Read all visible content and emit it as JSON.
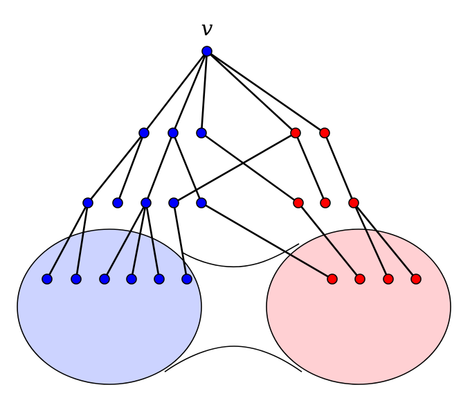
{
  "root_label": "v",
  "colors": {
    "blue_node": "#0000ff",
    "red_node": "#ff0000",
    "blue_region": "#ccd3ff",
    "red_region": "#ffd0d3",
    "stroke": "#000000"
  },
  "nodes": [
    {
      "id": "v",
      "color": "blue",
      "level": 0
    },
    {
      "id": "b1",
      "color": "blue",
      "level": 1
    },
    {
      "id": "b2",
      "color": "blue",
      "level": 1
    },
    {
      "id": "b3",
      "color": "blue",
      "level": 1
    },
    {
      "id": "r1",
      "color": "red",
      "level": 1
    },
    {
      "id": "r2",
      "color": "red",
      "level": 1
    },
    {
      "id": "c1",
      "color": "blue",
      "level": 2
    },
    {
      "id": "c2",
      "color": "blue",
      "level": 2
    },
    {
      "id": "c3",
      "color": "blue",
      "level": 2
    },
    {
      "id": "c4",
      "color": "blue",
      "level": 2
    },
    {
      "id": "c5",
      "color": "blue",
      "level": 2
    },
    {
      "id": "d1",
      "color": "red",
      "level": 2
    },
    {
      "id": "d2",
      "color": "red",
      "level": 2
    },
    {
      "id": "d3",
      "color": "red",
      "level": 2
    },
    {
      "id": "l1",
      "color": "blue",
      "level": 3
    },
    {
      "id": "l2",
      "color": "blue",
      "level": 3
    },
    {
      "id": "l3",
      "color": "blue",
      "level": 3
    },
    {
      "id": "l4",
      "color": "blue",
      "level": 3
    },
    {
      "id": "l5",
      "color": "blue",
      "level": 3
    },
    {
      "id": "l6",
      "color": "blue",
      "level": 3
    },
    {
      "id": "m1",
      "color": "red",
      "level": 3
    },
    {
      "id": "m2",
      "color": "red",
      "level": 3
    },
    {
      "id": "m3",
      "color": "red",
      "level": 3
    },
    {
      "id": "m4",
      "color": "red",
      "level": 3
    }
  ],
  "edges": [
    [
      "v",
      "b1"
    ],
    [
      "v",
      "b2"
    ],
    [
      "v",
      "b3"
    ],
    [
      "v",
      "r1"
    ],
    [
      "v",
      "r2"
    ],
    [
      "b1",
      "c1"
    ],
    [
      "b1",
      "c2"
    ],
    [
      "b2",
      "c3"
    ],
    [
      "b2",
      "c5"
    ],
    [
      "b3",
      "d1"
    ],
    [
      "r1",
      "c4"
    ],
    [
      "r1",
      "d2"
    ],
    [
      "r2",
      "d3"
    ],
    [
      "c1",
      "l1"
    ],
    [
      "c1",
      "l2"
    ],
    [
      "c3",
      "l3"
    ],
    [
      "c3",
      "l4"
    ],
    [
      "c3",
      "l5"
    ],
    [
      "c4",
      "l6"
    ],
    [
      "c5",
      "m1"
    ],
    [
      "d1",
      "m2"
    ],
    [
      "d3",
      "m3"
    ],
    [
      "d3",
      "m4"
    ]
  ]
}
